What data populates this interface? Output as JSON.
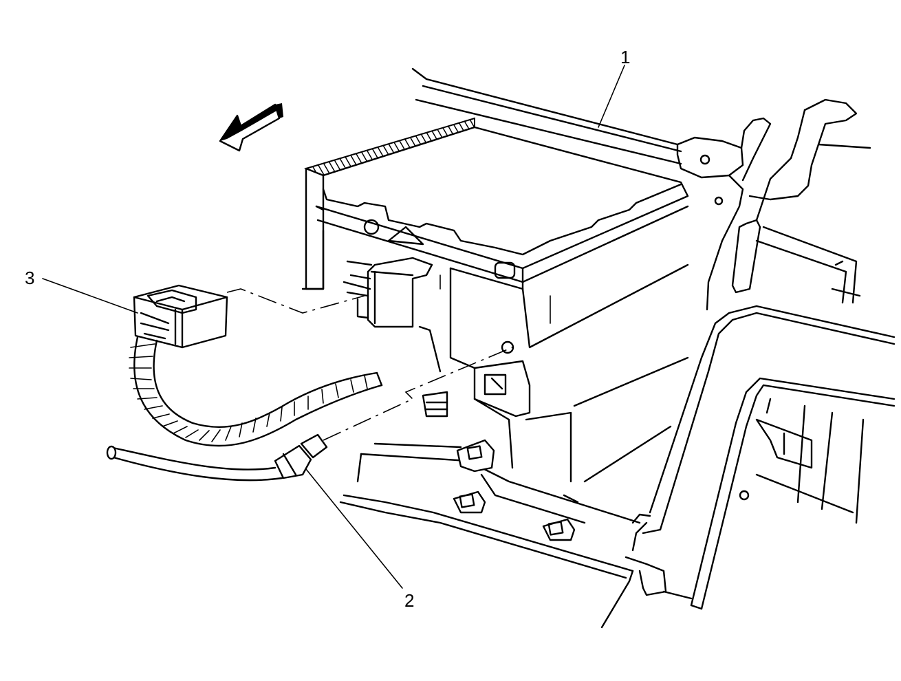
{
  "callouts": [
    {
      "id": "1",
      "label": "1"
    },
    {
      "id": "2",
      "label": "2"
    },
    {
      "id": "3",
      "label": "3"
    }
  ],
  "icons": {
    "direction_arrow": "front-direction-arrow-icon"
  },
  "colors": {
    "line": "#000000",
    "background": "#ffffff"
  }
}
